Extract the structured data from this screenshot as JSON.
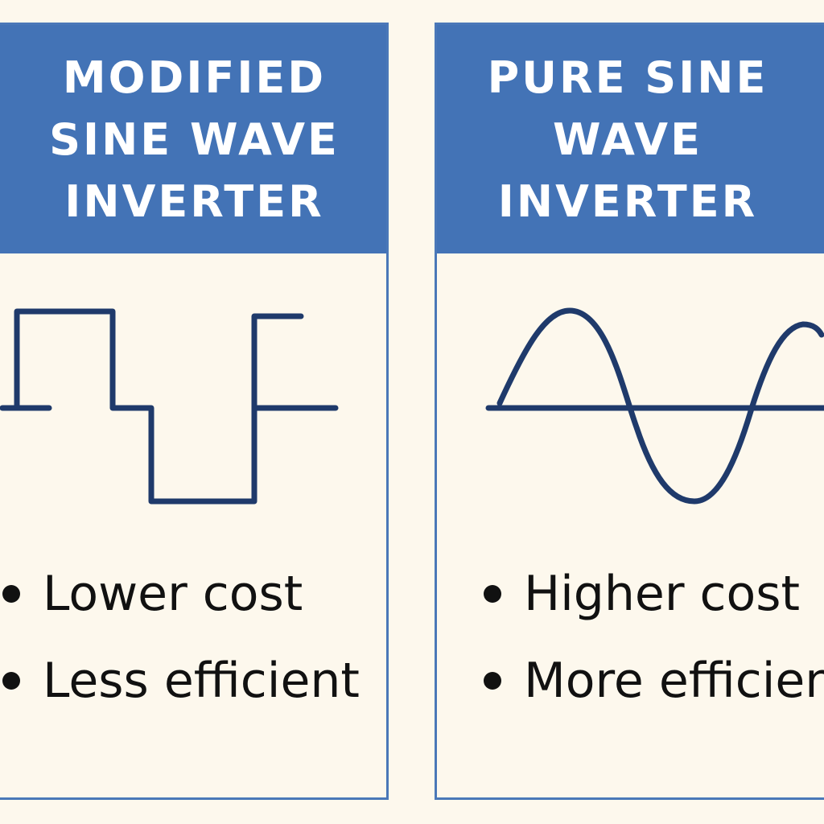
{
  "colors": {
    "background": "#fdf8ed",
    "header": "#4373b6",
    "border": "#4a78b8",
    "wave": "#1f3a6b",
    "text": "#111111"
  },
  "panels": [
    {
      "id": "modified-sine-wave-inverter",
      "title_lines": [
        "MODIFIED",
        "SINE WAVE",
        "INVERTER"
      ],
      "wave_type": "modified-sine-square-step",
      "bullets": [
        "Lower cost",
        "Less efficient"
      ]
    },
    {
      "id": "pure-sine-wave-inverter",
      "title_lines": [
        "PURE SINE",
        "WAVE",
        "INVERTER"
      ],
      "wave_type": "pure-sine",
      "bullets": [
        "Higher cost",
        "More efficient"
      ]
    }
  ]
}
